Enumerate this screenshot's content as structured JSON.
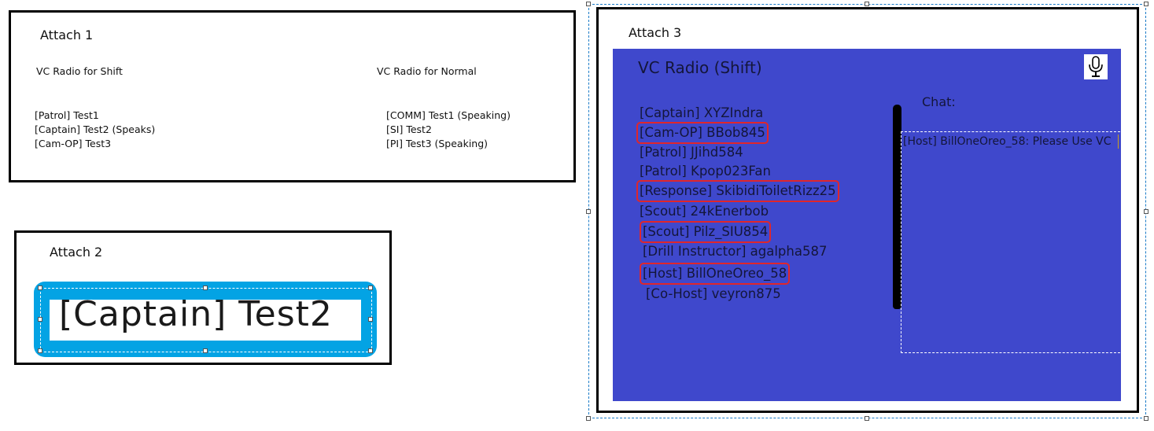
{
  "attach1": {
    "title": "Attach 1",
    "shift": {
      "heading": "VC Radio for Shift",
      "members": [
        "[Patrol] Test1",
        "[Captain] Test2 (Speaks)",
        "[Cam-OP] Test3"
      ]
    },
    "normal": {
      "heading": "VC Radio for Normal",
      "members": [
        "[COMM] Test1 (Speaking)",
        "[SI] Test2",
        "[PI] Test3 (Speaking)"
      ]
    }
  },
  "attach2": {
    "title": "Attach 2",
    "highlight_label": "[Captain] Test2",
    "highlight_color": "#03A3E4"
  },
  "attach3": {
    "title": "Attach 3",
    "panel": {
      "title": "VC Radio (Shift)",
      "background": "#3F48CC",
      "mic_icon": "microphone-icon",
      "roster": [
        {
          "text": "[Captain] XYZIndra",
          "highlighted": false
        },
        {
          "text": "[Cam-OP] BBob845",
          "highlighted": true
        },
        {
          "text": "[Patrol] JJihd584",
          "highlighted": false
        },
        {
          "text": "[Patrol] Kpop023Fan",
          "highlighted": false
        },
        {
          "text": "[Response] SkibidiToiletRizz25",
          "highlighted": true
        },
        {
          "text": "[Scout] 24kEnerbob",
          "highlighted": false
        },
        {
          "text": "[Scout] Pilz_SIU854",
          "highlighted": true
        },
        {
          "text": "[Drill Instructor] agalpha587",
          "highlighted": false
        },
        {
          "text": "[Host] BillOneOreo_58",
          "highlighted": true
        },
        {
          "text": "[Co-Host] veyron875",
          "highlighted": false
        }
      ],
      "highlight_color": "#E0262B",
      "chat": {
        "label": "Chat:",
        "messages": [
          "[Host] BillOneOreo_58: Please Use VC"
        ]
      }
    }
  }
}
